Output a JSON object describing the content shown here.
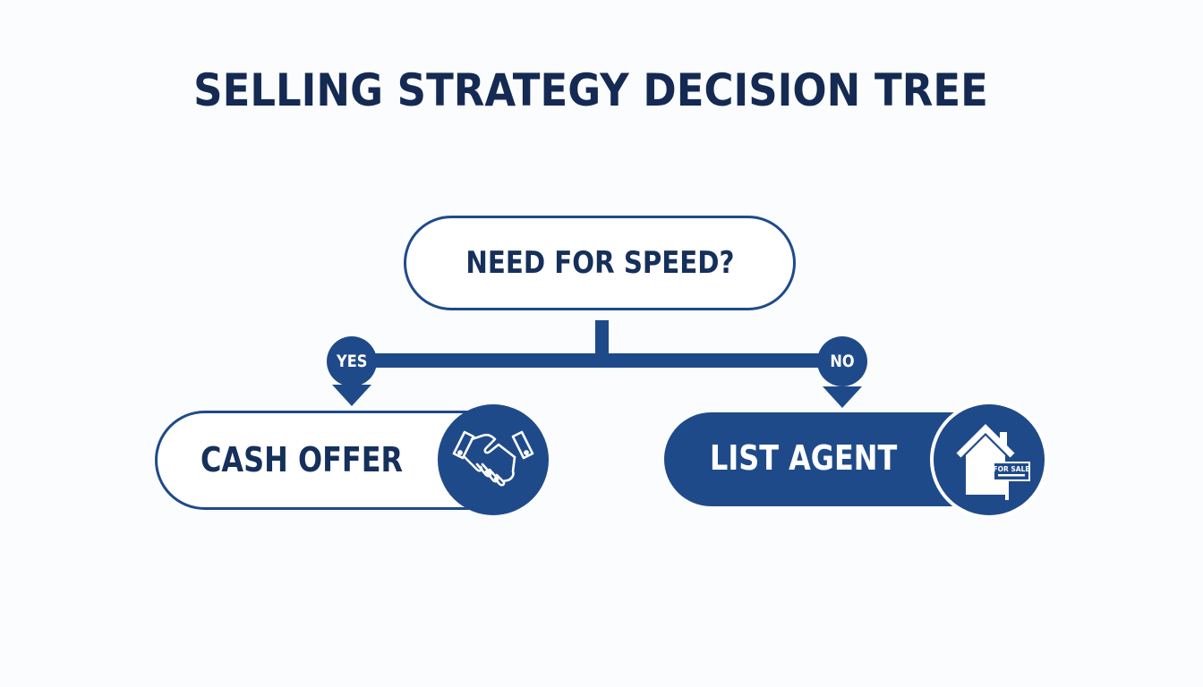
{
  "title": "SELLING STRATEGY DECISION TREE",
  "question": {
    "label": "NEED FOR SPEED?"
  },
  "branches": [
    {
      "badge": "YES",
      "outcome": "CASH OFFER",
      "icon": "handshake-icon",
      "style": "outlined"
    },
    {
      "badge": "NO",
      "outcome": "LIST AGENT",
      "icon": "house-for-sale-icon",
      "style": "filled",
      "sign_text": "FOR SALE"
    }
  ],
  "colors": {
    "primary": "#1f4a8a",
    "title_text": "#152a52",
    "background": "#fbfcfd"
  }
}
